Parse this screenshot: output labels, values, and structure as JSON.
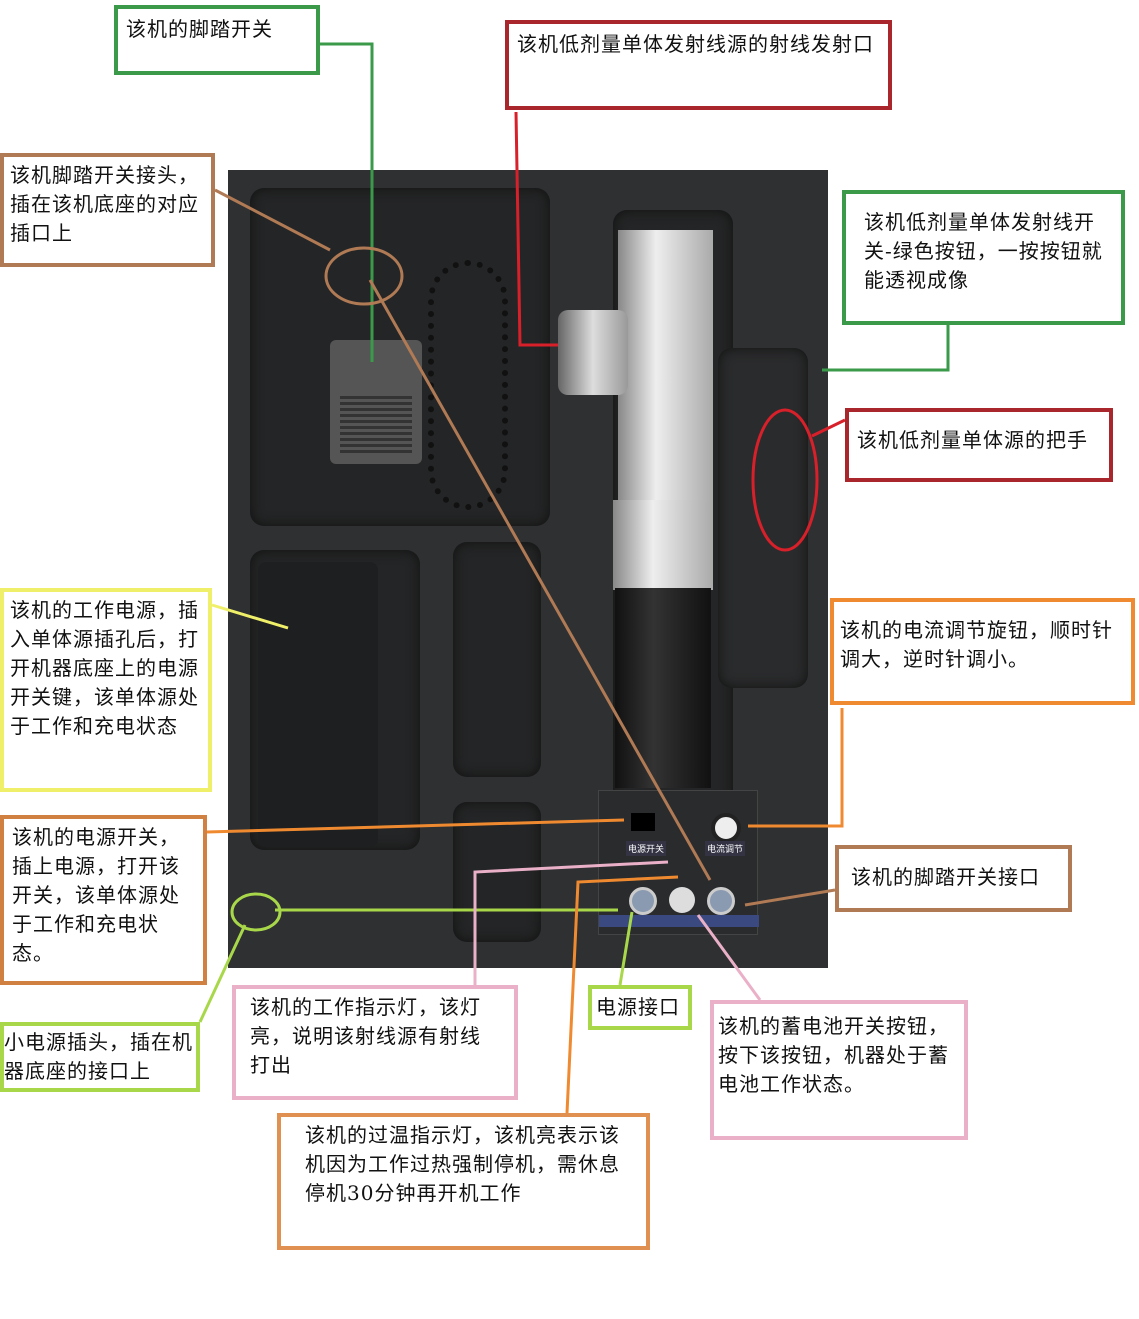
{
  "annotations": {
    "foot_switch": "该机的脚踏开关",
    "emission_port": "该机低剂量单体发射线源的射线发射口",
    "foot_switch_connector": "该机脚踏开关接头，插在该机底座的对应插口上",
    "emission_button": "该机低剂量单体发射线开关-绿色按钮，一按按钮就能透视成像",
    "handle": "该机低剂量单体源的把手",
    "power_supply": "该机的工作电源，插入单体源插孔后，打开机器底座上的电源开关键，该单体源处于工作和充电状态",
    "current_knob": "该机的电流调节旋钮，顺时针调大，逆时针调小。",
    "power_switch": "该机的电源开关，插上电源，打开该开关，该单体源处于工作和充电状态。",
    "foot_switch_port": "该机的脚踏开关接口",
    "small_plug": "小电源插头，插在机器底座的接口上",
    "work_indicator": "该机的工作指示灯，该灯亮，说明该射线源有射线打出",
    "power_port": "电源接口",
    "battery_button": "该机的蓄电池开关按钮，按下该按钮，机器处于蓄电池工作状态。",
    "overheat_indicator": "该机的过温指示灯，该机亮表示该机因为工作过热强制停机，需休息停机30分钟再开机工作"
  },
  "panel": {
    "power_switch_label": "电源开关",
    "current_label": "电流调节"
  },
  "colors": {
    "green": "#3a9a4a",
    "darkred": "#a8262c",
    "brown": "#b07a55",
    "yellow": "#f0ef6a",
    "orange": "#f08a30",
    "lime": "#a8d84a",
    "pink": "#eab0c8",
    "red": "#d8202a"
  }
}
